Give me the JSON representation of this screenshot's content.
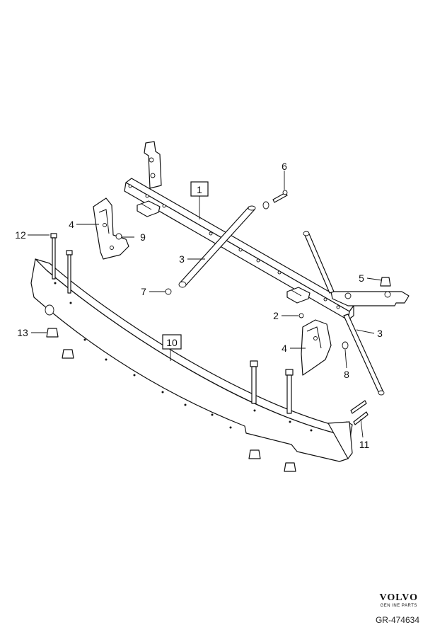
{
  "callouts": {
    "c1": "1",
    "c2": "2",
    "c3a": "3",
    "c3b": "3",
    "c4a": "4",
    "c4b": "4",
    "c5": "5",
    "c6": "6",
    "c7": "7",
    "c8": "8",
    "c9": "9",
    "c10": "10",
    "c11": "11",
    "c12": "12",
    "c13": "13"
  },
  "brand": {
    "logo": "VOLVO",
    "tagline": "GEN INE PARTS"
  },
  "figure_id": "GR-474634"
}
